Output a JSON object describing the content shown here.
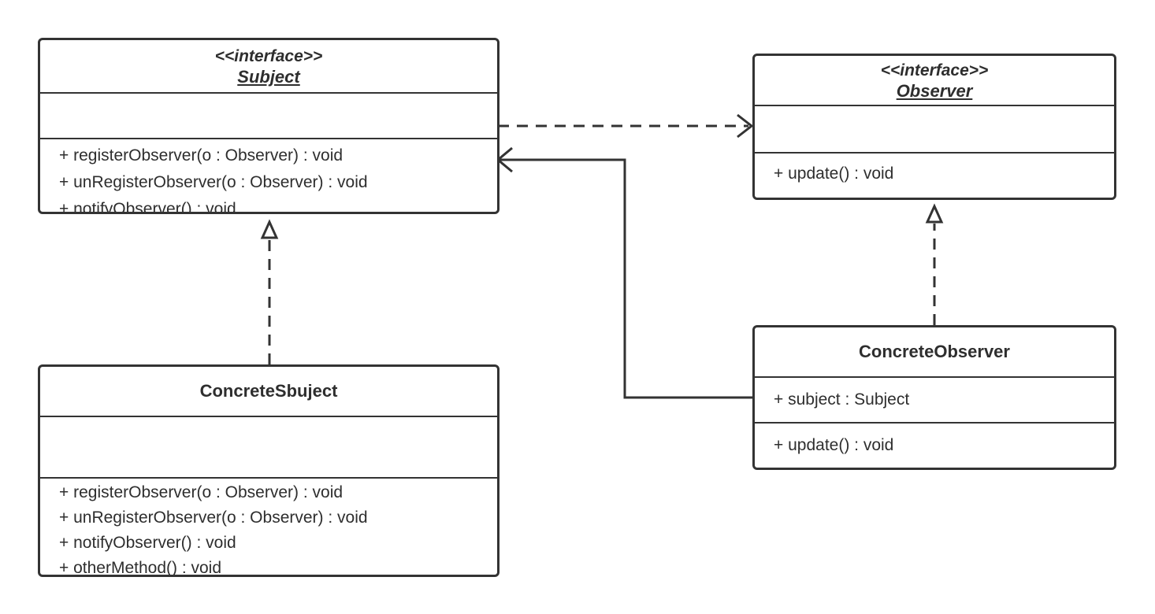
{
  "subject": {
    "stereotype": "<<interface>>",
    "name": "Subject",
    "methods": [
      "+ registerObserver(o : Observer) : void",
      "+ unRegisterObserver(o : Observer) : void",
      "+ notifyObserver() : void"
    ]
  },
  "observer": {
    "stereotype": "<<interface>>",
    "name": "Observer",
    "methods": [
      "+ update() : void"
    ]
  },
  "concrete_subject": {
    "name": "ConcreteSbuject",
    "methods": [
      "+ registerObserver(o : Observer) : void",
      "+ unRegisterObserver(o : Observer) : void",
      "+ notifyObserver() : void",
      "+ otherMethod() : void"
    ]
  },
  "concrete_observer": {
    "name": "ConcreteObserver",
    "attributes": [
      "+ subject : Subject"
    ],
    "methods": [
      "+ update() : void"
    ]
  },
  "colors": {
    "line": "#333333",
    "text": "#2e2e2e",
    "background": "#ffffff"
  }
}
